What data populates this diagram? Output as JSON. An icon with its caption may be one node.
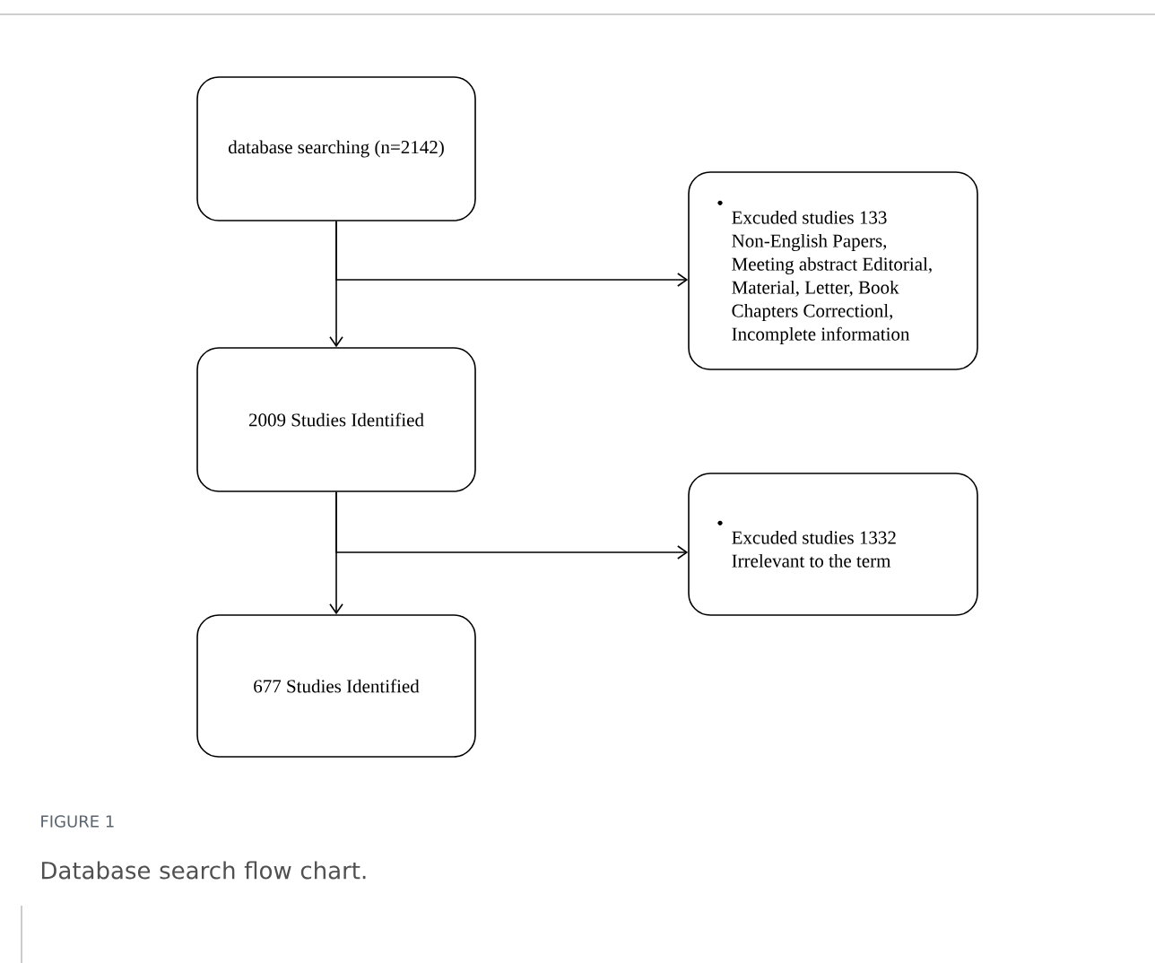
{
  "diagram": {
    "caption": "Database search flow chart.",
    "nodes": [
      {
        "text": [
          "database searching (n=2142)"
        ]
      },
      {
        "text": [
          "2009 Studies Identified"
        ]
      },
      {
        "text": [
          "Excuded studies 133 Non-English Papers, Meeting abstract Editorial, Material, Letter, Book Chapters Correctionl, Incomplete information"
        ]
      },
      {
        "text": [
          "Excuded studies 1332 Irrelevant to the term"
        ]
      },
      {
        "text": [
          "677 Studies Identified"
        ]
      }
    ],
    "edges": [
      {
        "from": 0,
        "to": 1,
        "arrow": "to"
      },
      {
        "from": 0,
        "to": 2,
        "arrow": "to"
      },
      {
        "from": 1,
        "to": 4,
        "arrow": "to"
      },
      {
        "from": 1,
        "to": 3,
        "arrow": "to"
      }
    ],
    "labels": [
      "FIGURE 1"
    ]
  }
}
